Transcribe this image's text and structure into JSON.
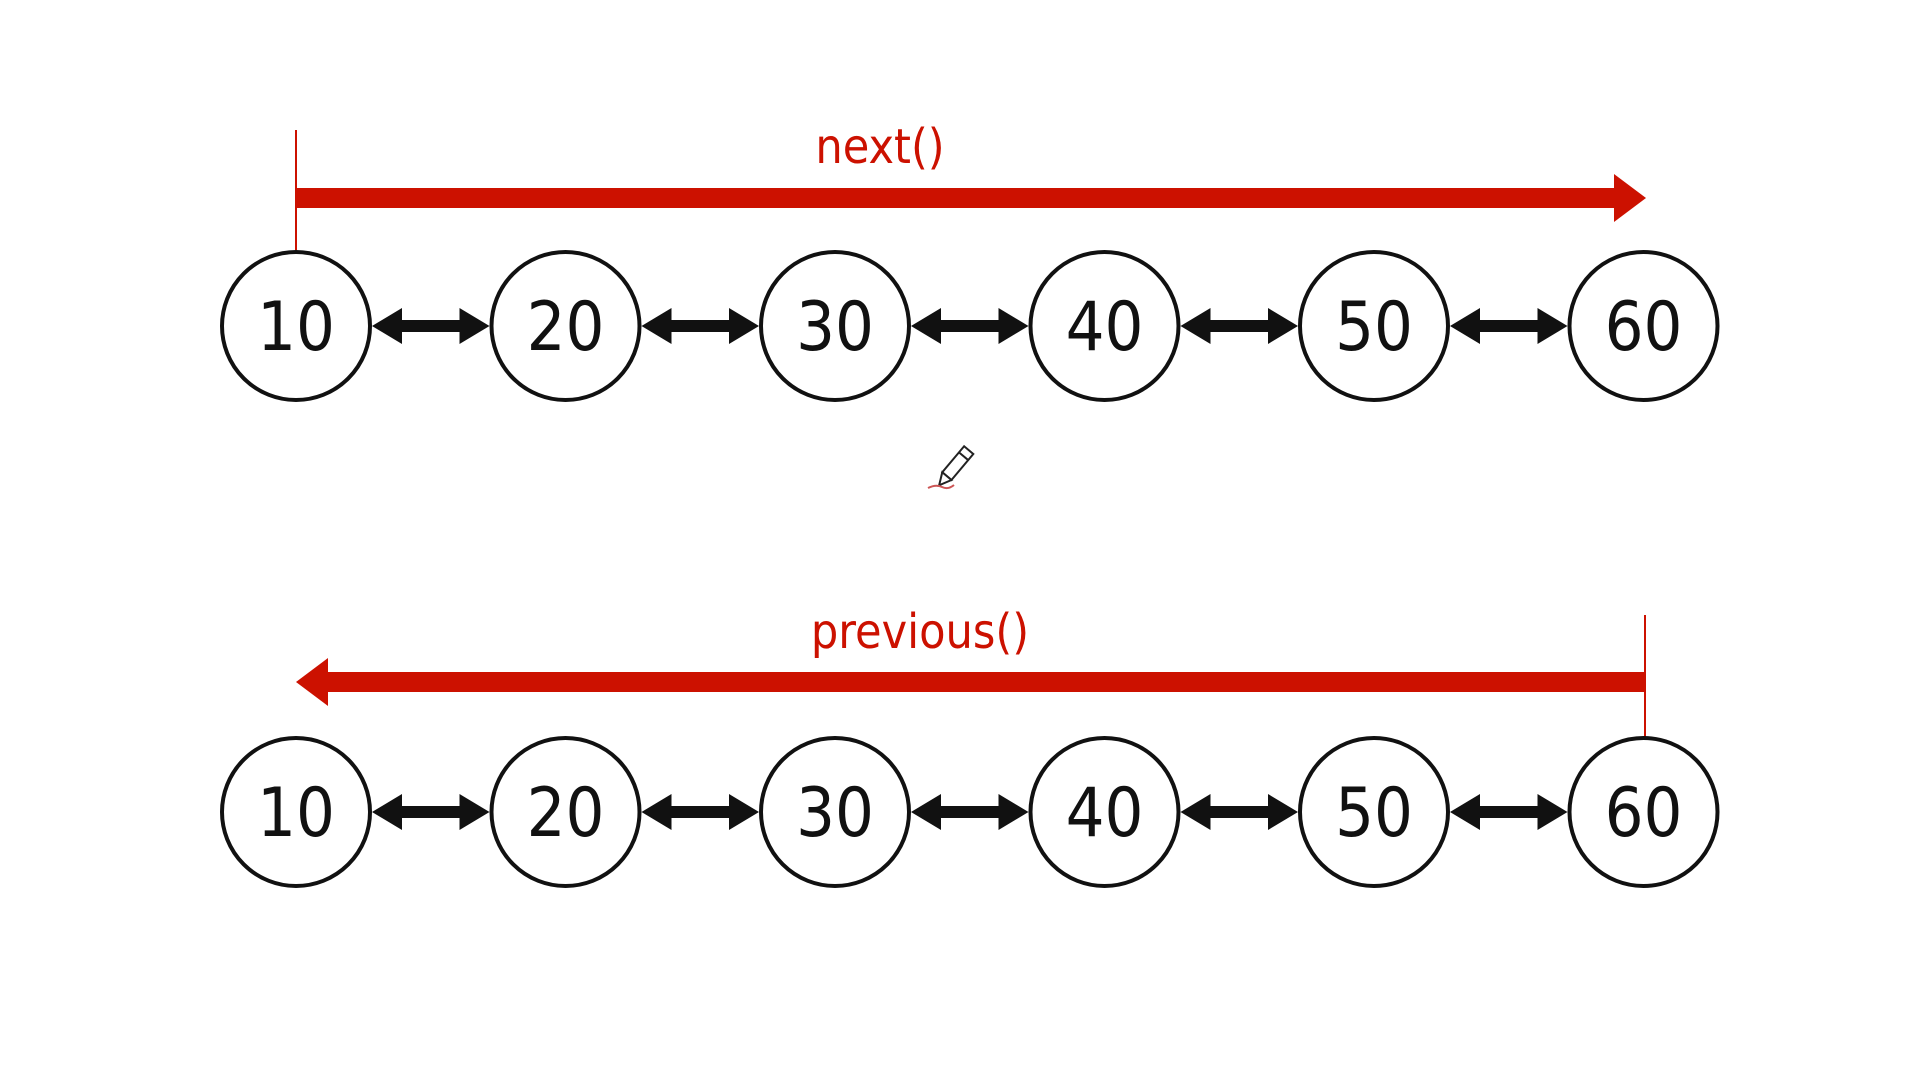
{
  "diagrams": [
    {
      "operation": "next()",
      "direction": "forward",
      "nodes": [
        "10",
        "20",
        "30",
        "40",
        "50",
        "60"
      ]
    },
    {
      "operation": "previous()",
      "direction": "backward",
      "nodes": [
        "10",
        "20",
        "30",
        "40",
        "50",
        "60"
      ]
    }
  ],
  "colors": {
    "accent": "#cc1100",
    "node_stroke": "#111111",
    "link": "#111111",
    "background": "#ffffff"
  },
  "icons": {
    "cursor": "pencil-cursor-icon"
  }
}
